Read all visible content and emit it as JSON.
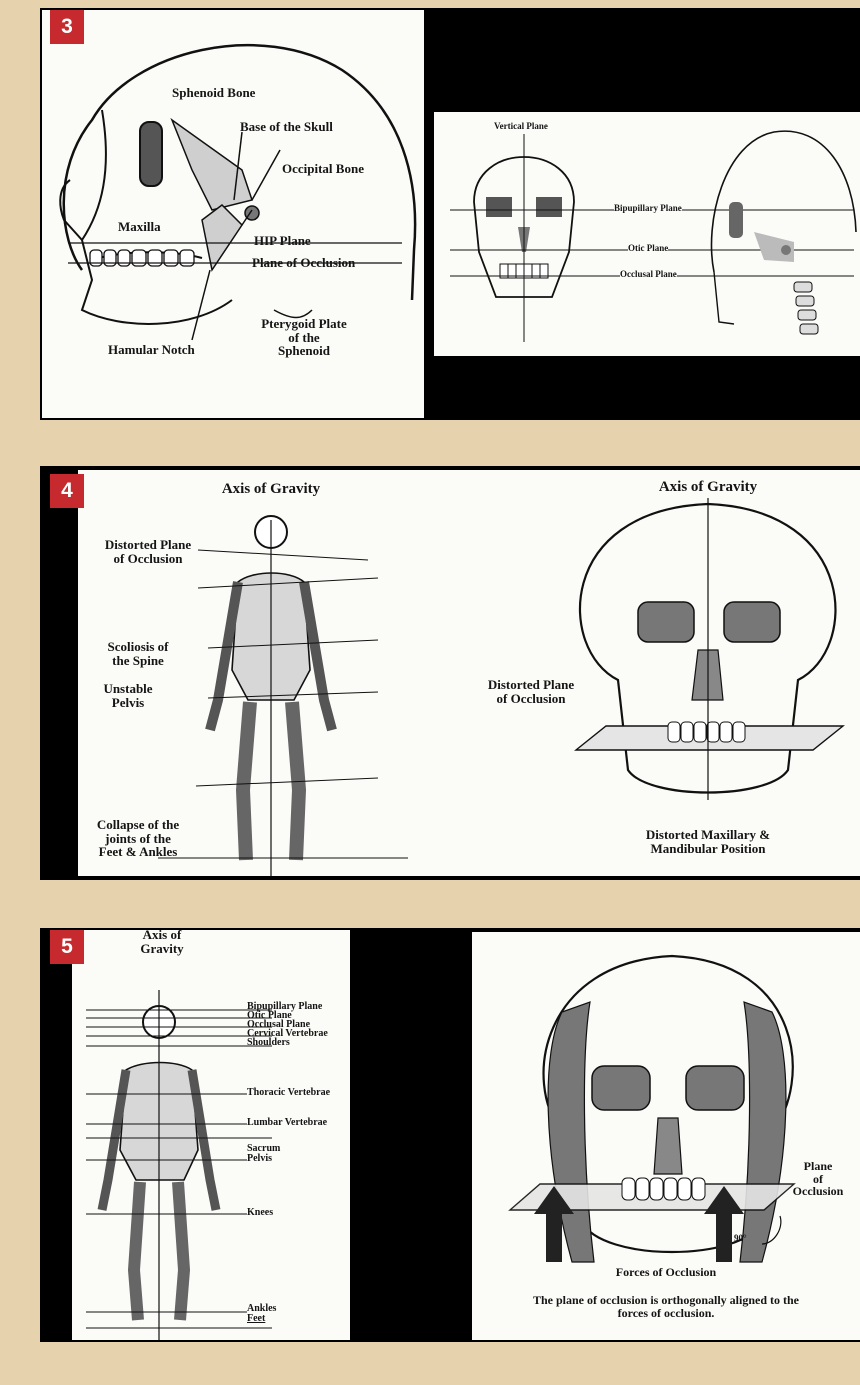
{
  "figures": [
    {
      "number": "3",
      "left_labels": {
        "sphenoid_bone": "Sphenoid Bone",
        "base_of_skull": "Base of the Skull",
        "occipital_bone": "Occipital Bone",
        "maxilla": "Maxilla",
        "hip_plane": "HIP Plane",
        "plane_of_occlusion": "Plane of Occlusion",
        "hamular_notch": "Hamular Notch",
        "pterygoid_1": "Pterygoid Plate",
        "pterygoid_2": "of the",
        "pterygoid_3": "Sphenoid"
      },
      "right_labels": {
        "vertical_plane": "Vertical Plane",
        "bipupillary_plane": "Bipupillary Plane",
        "otic_plane": "Otic Plane",
        "occlusal_plane": "Occlusal Plane"
      }
    },
    {
      "number": "4",
      "left_labels": {
        "axis_of_gravity": "Axis of Gravity",
        "distorted_plane_1": "Distorted Plane",
        "distorted_plane_2": "of Occlusion",
        "scoliosis_1": "Scoliosis of",
        "scoliosis_2": "the Spine",
        "unstable_1": "Unstable",
        "unstable_2": "Pelvis",
        "collapse_1": "Collapse of the",
        "collapse_2": "joints of the",
        "collapse_3": "Feet & Ankles"
      },
      "right_labels": {
        "axis_of_gravity": "Axis of Gravity",
        "distorted_plane_1": "Distorted Plane",
        "distorted_plane_2": "of Occlusion",
        "distorted_position_1": "Distorted Maxillary &",
        "distorted_position_2": "Mandibular Position"
      }
    },
    {
      "number": "5",
      "left_labels": {
        "axis_1": "Axis of",
        "axis_2": "Gravity",
        "bipupillary": "Bipupillary Plane",
        "otic": "Otic Plane",
        "occlusal": "Occlusal Plane",
        "cervical": "Cervical Vertebrae",
        "shoulders": "Shoulders",
        "thoracic": "Thoracic Vertebrae",
        "lumbar": "Lumbar Vertebrae",
        "sacrum": "Sacrum",
        "pelvis": "Pelvis",
        "knees": "Knees",
        "ankles": "Ankles",
        "feet": "Feet"
      },
      "right_labels": {
        "plane_1": "Plane",
        "plane_2": "of",
        "plane_3": "Occlusion",
        "angle": "90°",
        "forces": "Forces of Occlusion",
        "caption_1": "The plane of occlusion is orthogonally aligned to the",
        "caption_2": "forces of occlusion."
      }
    }
  ],
  "colors": {
    "background": "#e6d2ac",
    "badge": "#c62a2e",
    "panel": "#000000",
    "card": "#fbfbf8"
  }
}
